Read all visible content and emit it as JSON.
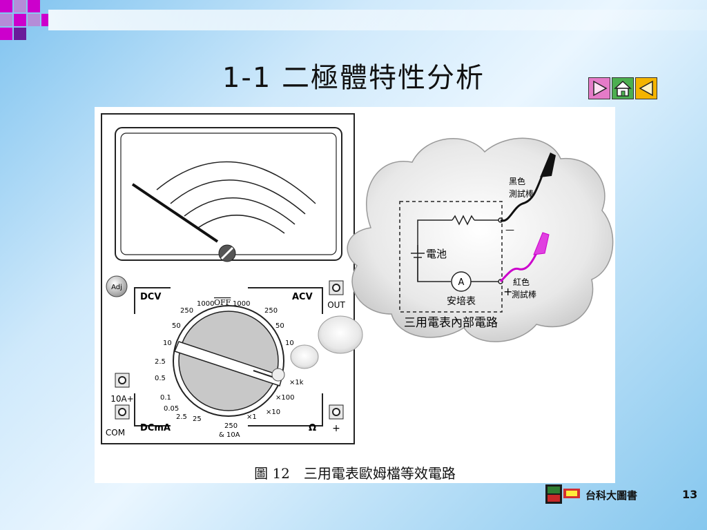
{
  "slide": {
    "title": "1-1 二極體特性分析",
    "page_number": "13",
    "publisher": "台科大圖書",
    "caption": "圖 12　三用電表歐姆檔等效電路"
  },
  "nav": {
    "next_icon": "play-right-icon",
    "home_icon": "home-icon",
    "prev_icon": "play-left-icon"
  },
  "meter": {
    "adj": "Adj",
    "out": "OUT",
    "dcv": "DCV",
    "acv": "ACV",
    "dcma": "DCmA",
    "ohm": "Ω",
    "com": "COM",
    "a10": "10A+",
    "plus": "+",
    "minus": "—",
    "off": "OFF",
    "dcv_ticks": [
      "1000",
      "250",
      "50",
      "10",
      "2.5",
      "0.5",
      "0.1"
    ],
    "acv_ticks": [
      "1000",
      "250",
      "50",
      "10"
    ],
    "dcma_ticks": [
      "0.05",
      "2.5",
      "25",
      "250"
    ],
    "dcma_extra": "& 10A",
    "ohm_ticks": [
      "×1",
      "×10",
      "×100",
      "×1k"
    ]
  },
  "bubble": {
    "black_probe": [
      "黑色",
      "測試棒"
    ],
    "red_probe": [
      "紅色",
      "測試棒"
    ],
    "battery": "電池",
    "ammeter_symbol": "A",
    "ammeter": "安培表",
    "internal": "三用電表內部電路"
  },
  "colors": {
    "accent_magenta": "#cc00cc",
    "accent_purple": "#6a1b9a",
    "nav_next": "#e57bc8",
    "nav_home": "#4caf50",
    "nav_prev": "#f4b400"
  }
}
